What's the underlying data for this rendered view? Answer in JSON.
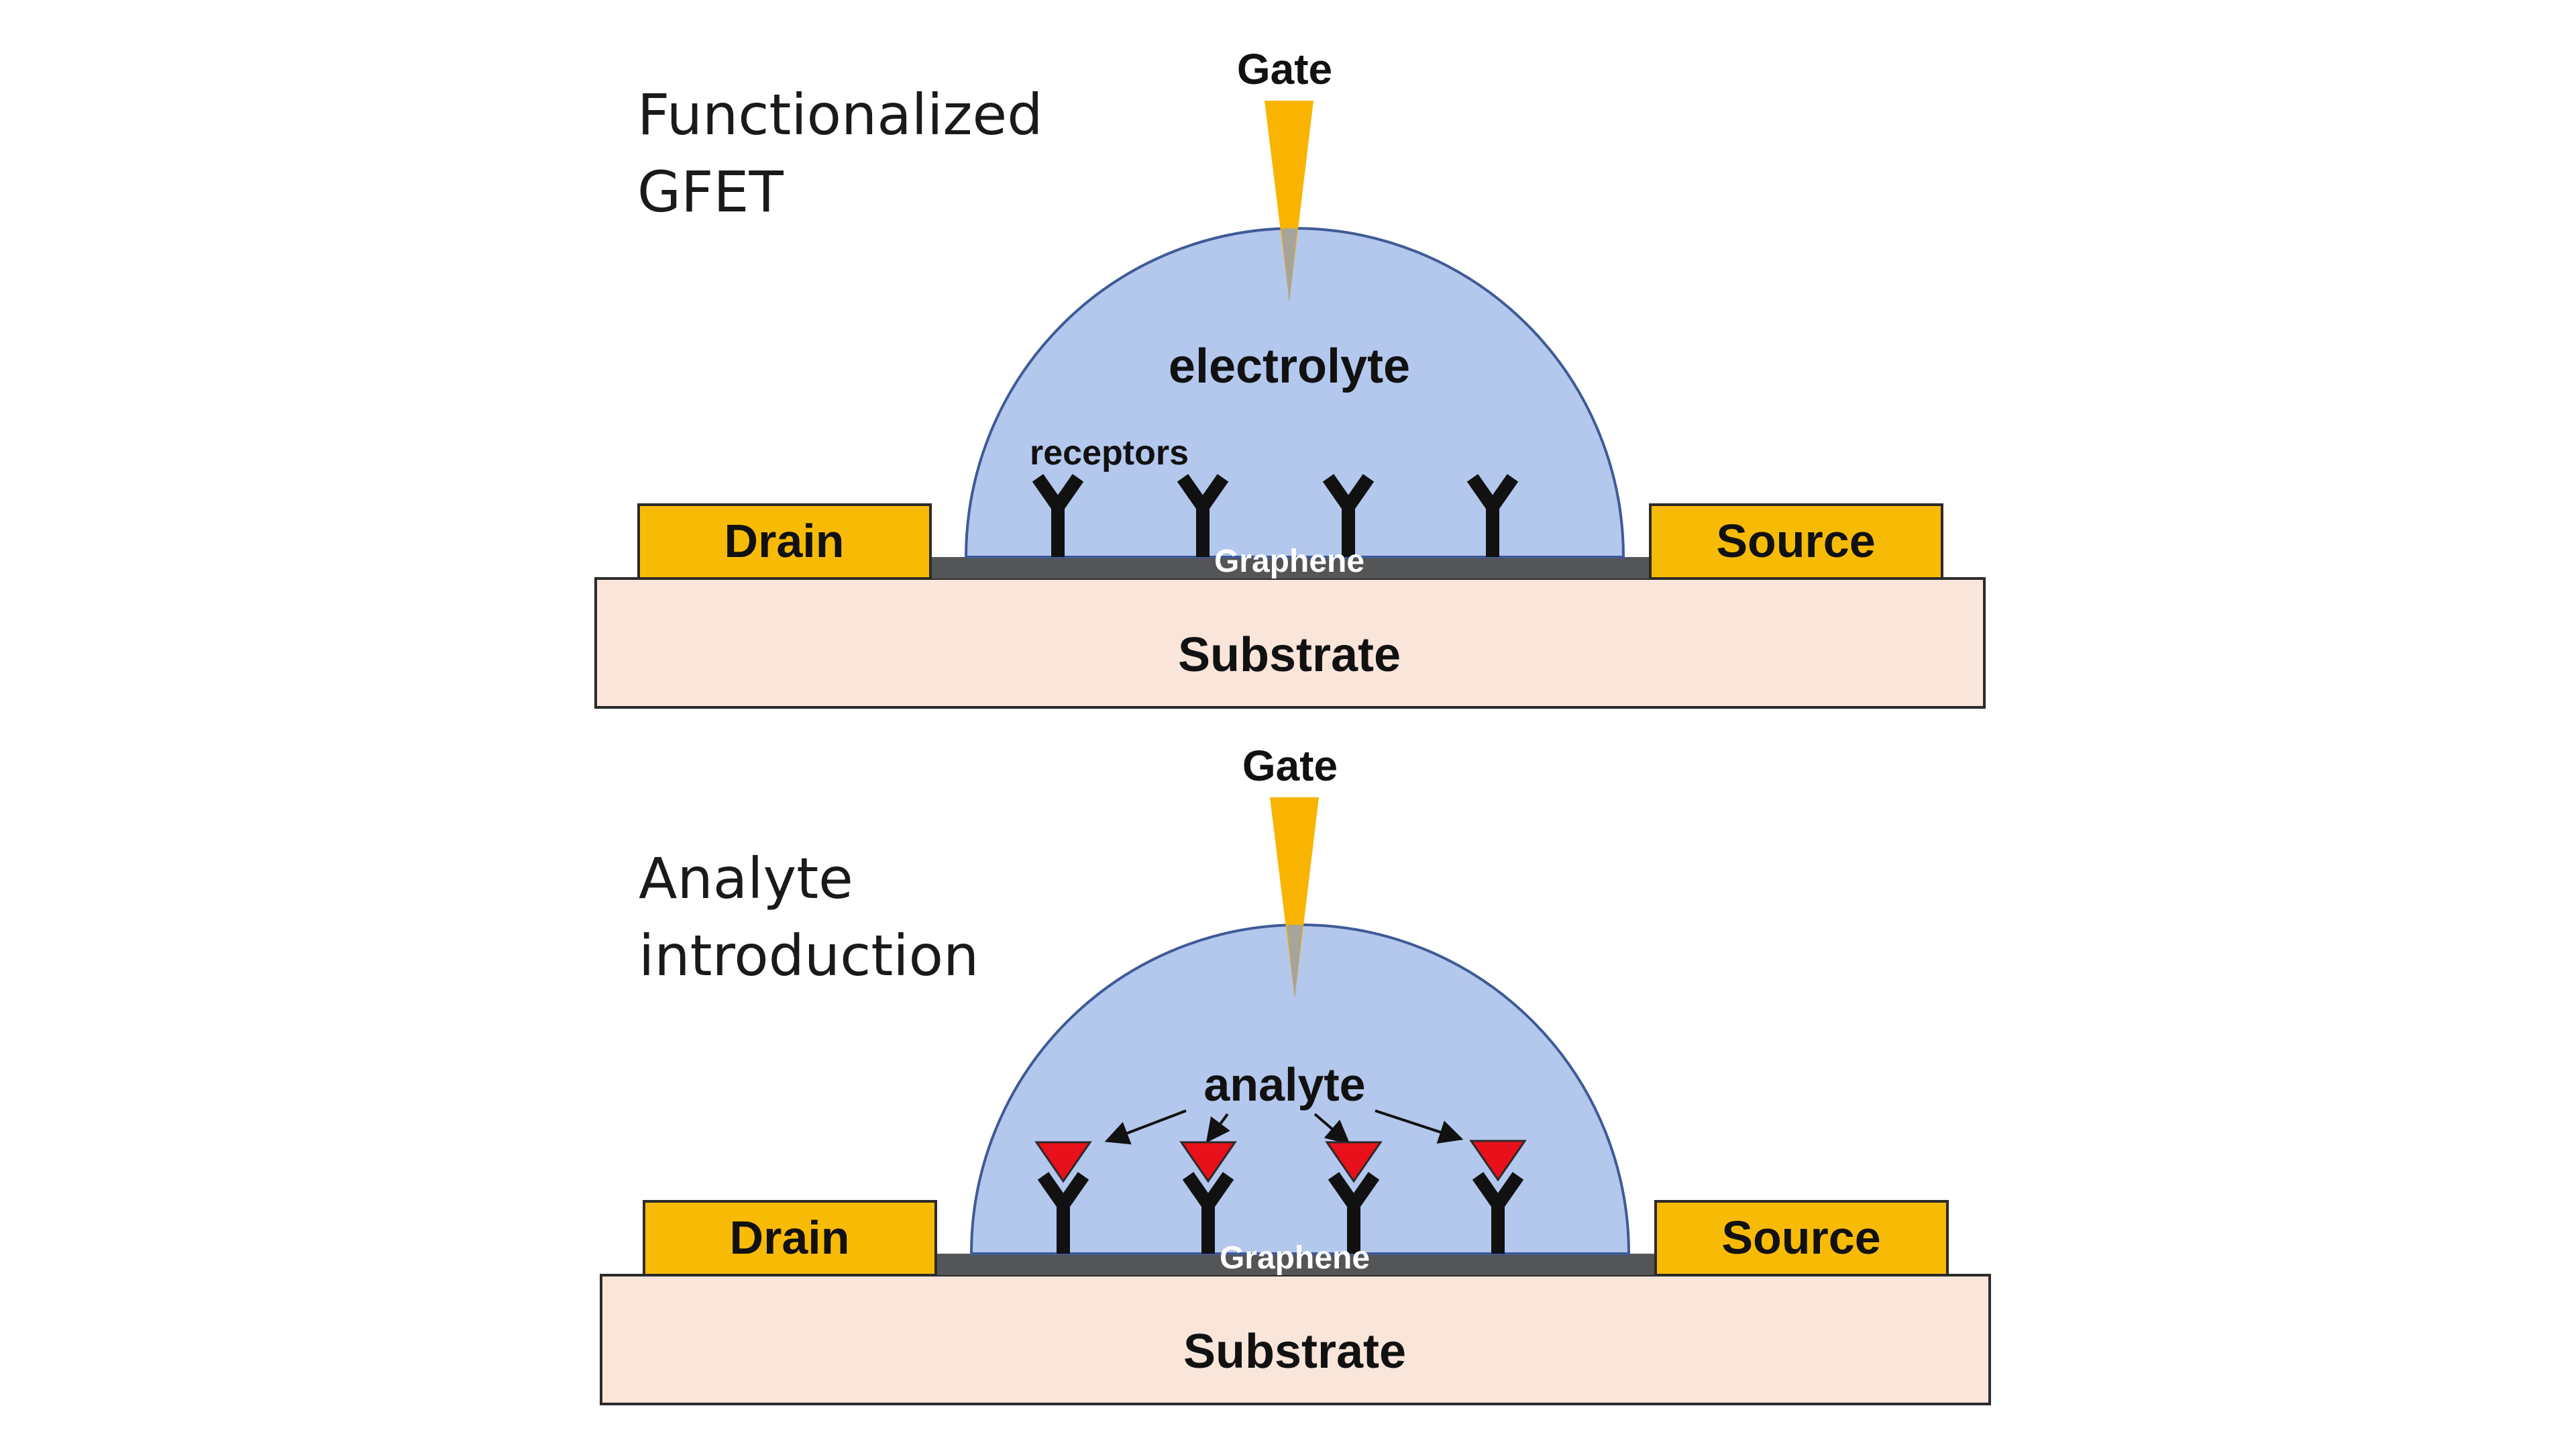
{
  "colors": {
    "background": "#ffffff",
    "gate": "#f8b400",
    "gate_tip": "#a7a49a",
    "electrode": "#f8bb05",
    "electrolyte": "#b4c7ed",
    "electrolyte_stroke": "#3f5a96",
    "graphene": "#545557",
    "substrate": "#f9e5da",
    "substrate_stroke": "#2b2b2b",
    "receptor": "#111111",
    "analyte": "#e8101a",
    "text": "#111111",
    "graphene_text": "#ffffff"
  },
  "panels": [
    {
      "title_line1": "Functionalized",
      "title_line2": "GFET",
      "gate_label": "Gate",
      "electrolyte_label": "electrolyte",
      "receptors_label": "receptors",
      "drain_label": "Drain",
      "source_label": "Source",
      "graphene_label": "Graphene",
      "substrate_label": "Substrate",
      "analyte_label": "",
      "receptor_count": 4,
      "analyte_bound": false
    },
    {
      "title_line1": "Analyte",
      "title_line2": "introduction",
      "gate_label": "Gate",
      "electrolyte_label": "",
      "receptors_label": "",
      "drain_label": "Drain",
      "source_label": "Source",
      "graphene_label": "Graphene",
      "substrate_label": "Substrate",
      "analyte_label": "analyte",
      "receptor_count": 4,
      "analyte_bound": true
    }
  ]
}
